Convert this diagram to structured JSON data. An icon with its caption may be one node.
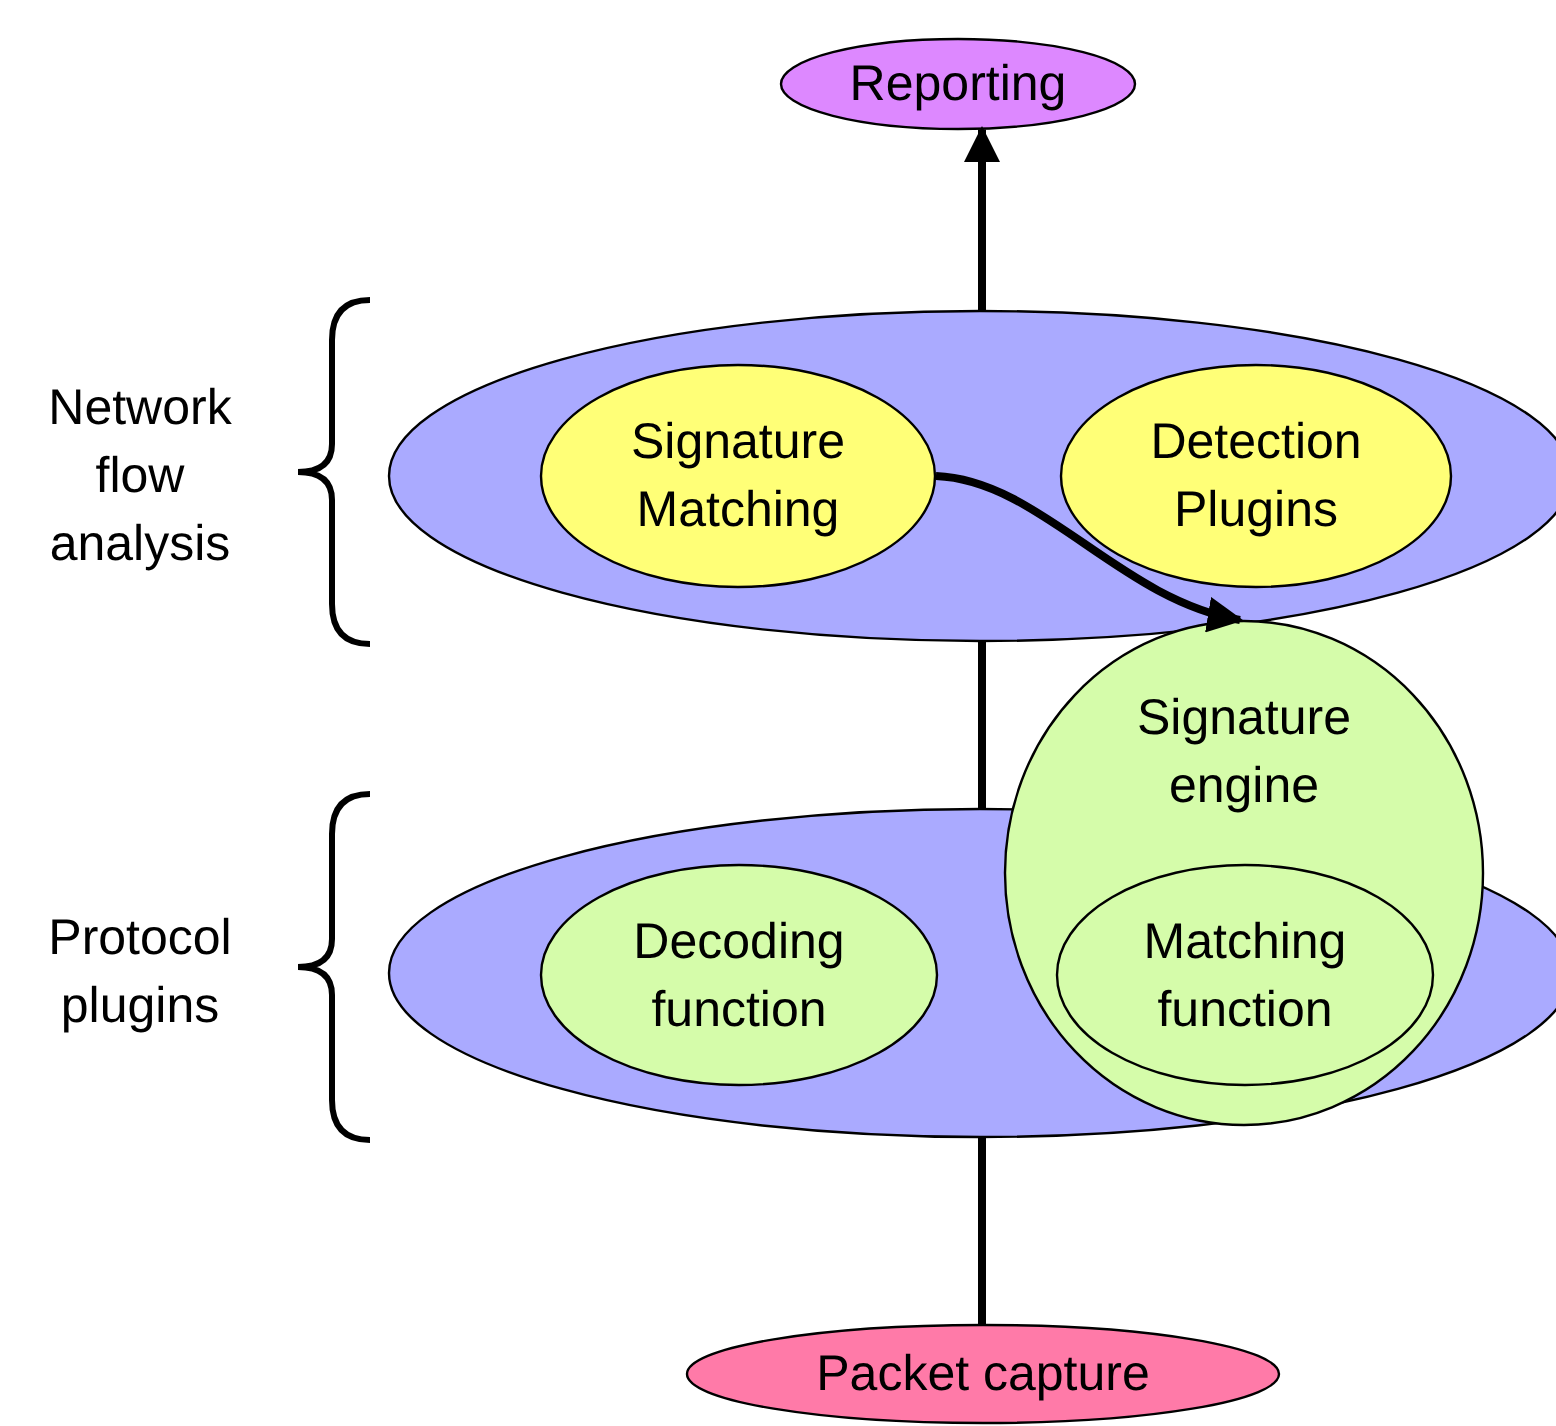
{
  "diagram": {
    "nodes": [
      {
        "text": [
          "Reporting"
        ]
      },
      {
        "text": [],
        "shape": "ellipse",
        "beside": [
          "Network flow analysis"
        ]
      },
      {
        "text": [
          "Signature Matching"
        ],
        "in": 1
      },
      {
        "text": [
          "Detection Plugins"
        ],
        "in": 1
      },
      {
        "text": [],
        "shape": "ellipse",
        "beside": [
          "Protocol plugins"
        ]
      },
      {
        "text": [
          "Decoding function"
        ],
        "in": 4
      },
      {
        "text": [
          "Signature engine"
        ]
      },
      {
        "text": [
          "Matching function"
        ]
      },
      {
        "text": [
          "Packet capture"
        ]
      }
    ],
    "edges": [
      {
        "from": 8,
        "to": 4,
        "arrow": "none"
      },
      {
        "from": 4,
        "to": 1,
        "arrow": "none"
      },
      {
        "from": 1,
        "to": 0,
        "arrow": "to"
      },
      {
        "from": 2,
        "to": 6,
        "arrow": "to"
      }
    ]
  }
}
